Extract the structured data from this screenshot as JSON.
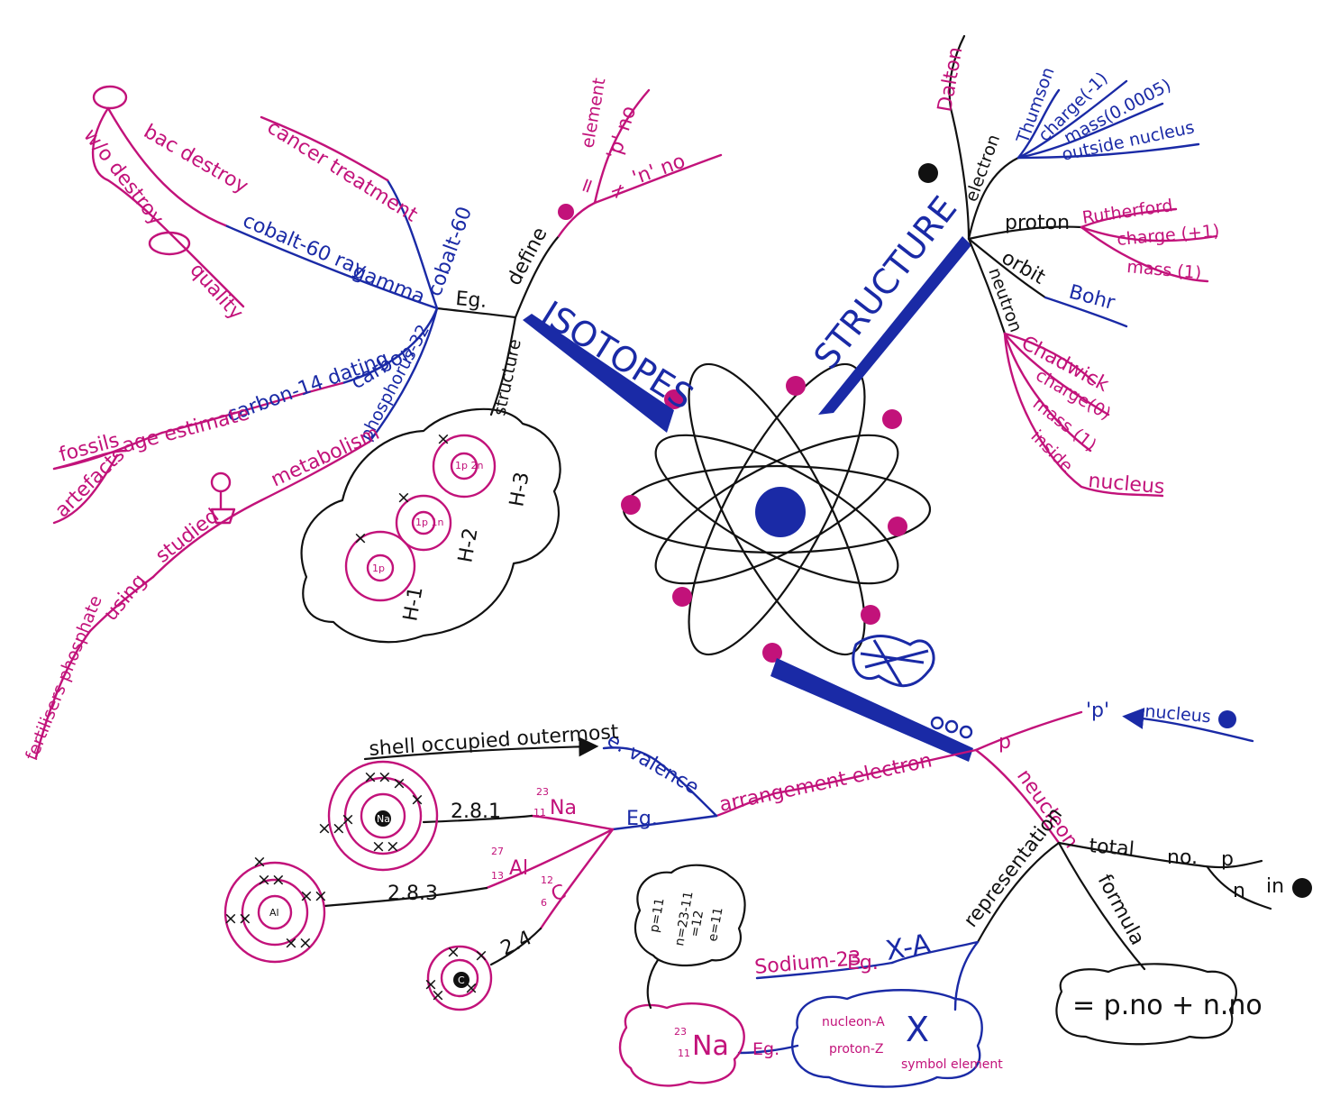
{
  "colors": {
    "magenta": "#c2127a",
    "blue": "#1a2aa6",
    "black": "#111111"
  },
  "isotopes": {
    "title": "ISOTOPES",
    "define": "define",
    "same_p": "=",
    "p_no": "'p' no",
    "element": "element",
    "not_equal": "≠",
    "n_no": "'n' no",
    "eg": "Eg.",
    "cobalt": "cobalt-60",
    "cancer": "cancer treatment",
    "gamma": "gamma",
    "cobalt_ray": "cobalt-60 ray",
    "bac_destroy": "bac destroy",
    "wo_destroy": "w/o destroy",
    "quality": "quality",
    "carbon": "carbon",
    "carbon_dating": "carbon-14 dating",
    "age_estimate": "age estimate",
    "fossils": "fossils",
    "artefacts": "artefacts",
    "phosphorus": "phosphorus-32",
    "metabolism": "metabolism",
    "studied": "studied",
    "using": "using",
    "fertilisers": "fertilisers phosphate",
    "structure": "structure",
    "h1": "H-1",
    "h2": "H-2",
    "h3": "H-3",
    "p1": "1p",
    "p1n": "1p 1n",
    "p2n": "1p 2n"
  },
  "structure": {
    "title": "STRUCTURE",
    "dalton": "Dalton",
    "electron": "electron",
    "thumson": "Thumson",
    "e_charge": "charge(-1)",
    "e_mass": "mass(0.0005)",
    "e_outside": "outside nucleus",
    "proton": "proton",
    "rutherford": "Rutherford",
    "p_charge": "charge (+1)",
    "p_mass": "mass (1)",
    "orbit": "orbit",
    "bohr": "Bohr",
    "neutron": "neutron",
    "chadwick": "Chadwick",
    "n_charge": "charge(0)",
    "n_mass": "mass (1)",
    "inside": "inside",
    "nucleus": "nucleus"
  },
  "numbers": {
    "p": "p",
    "p_nucleus": "'p'",
    "nucleus": "nucleus",
    "neucleon": "neucleon",
    "total": "total",
    "no": "no.",
    "p_small": "p",
    "n_small": "n",
    "in": "in",
    "formula": "formula",
    "formula_box": "= p.no + n.no",
    "representation": "representation",
    "x_a": "X-A",
    "eg": "Eg.",
    "sodium": "Sodium-23",
    "nucleon_a": "nucleon-A",
    "proton_z": "proton-Z",
    "x_big": "X",
    "symbol_element": "symbol element",
    "na_sym": "Na",
    "na_mass": "23",
    "na_z": "11",
    "eg2": "Eg.",
    "p11": "p=11",
    "n12": "n=23-11",
    "n12b": "=12",
    "e11": "e=11"
  },
  "arrangement": {
    "arrangement_electron": "arrangement electron",
    "e_valence": "e. valence",
    "shell_occ": "shell occupied outermost",
    "eg": "Eg.",
    "na_cfg": "2.8.1",
    "na": "Na",
    "na_a": "23",
    "na_z": "11",
    "al_cfg": "2.8.3",
    "al": "Al",
    "al_a": "27",
    "al_z": "13",
    "c_cfg": "2.4",
    "c": "C",
    "c_a": "12",
    "c_z": "6",
    "na_core": "Na",
    "al_core": "Al",
    "c_core": "C"
  }
}
